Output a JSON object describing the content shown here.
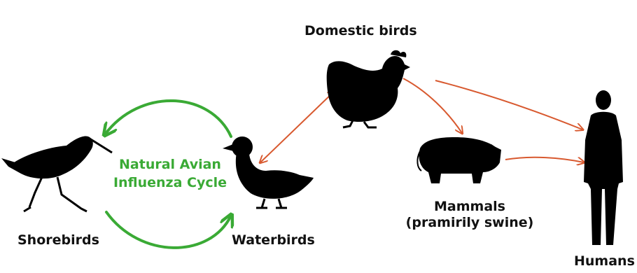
{
  "colors": {
    "cycle_green": "#3aaa35",
    "spread_orange": "#d8592f",
    "silhouette": "#000000",
    "text": "#111111"
  },
  "labels": {
    "domestic_birds": "Domestic birds",
    "shorebirds": "Shorebirds",
    "waterbirds": "Waterbirds",
    "mammals_line1": "Mammals",
    "mammals_line2": "(pramirily swine)",
    "humans": "Humans",
    "cycle_line1": "Natural Avian",
    "cycle_line2": "Influenza Cycle"
  },
  "icons": [
    "shorebird-icon",
    "duck-icon",
    "chicken-icon",
    "pig-icon",
    "human-icon"
  ]
}
